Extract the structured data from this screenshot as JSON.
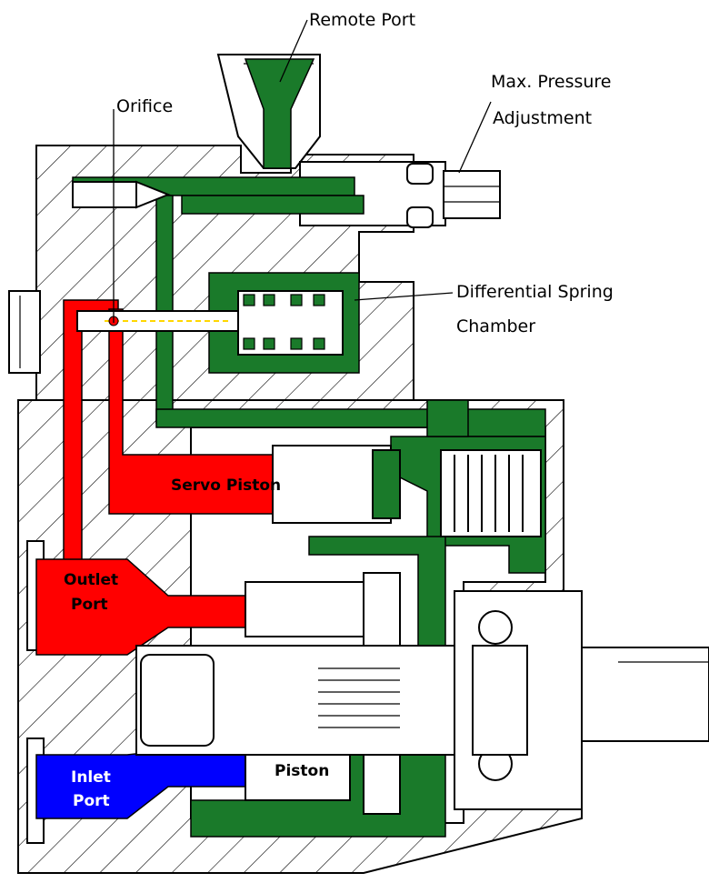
{
  "labels": {
    "remote_port": "Remote Port",
    "max_pressure_line1": "Max. Pressure",
    "max_pressure_line2": "Adjustment",
    "orifice": "Orifice",
    "diff_spring_line1": "Differential Spring",
    "diff_spring_line2": "Chamber",
    "servo_piston": "Servo Piston",
    "outlet_line1": "Outlet",
    "outlet_line2": "Port",
    "inlet_line1": "Inlet",
    "inlet_line2": "Port",
    "piston": "Piston"
  },
  "colors": {
    "case_drain": "#1a7a2a",
    "outlet_pressure": "#ff0000",
    "inlet": "#0000ff",
    "hatch": "#000000",
    "background": "#ffffff"
  }
}
